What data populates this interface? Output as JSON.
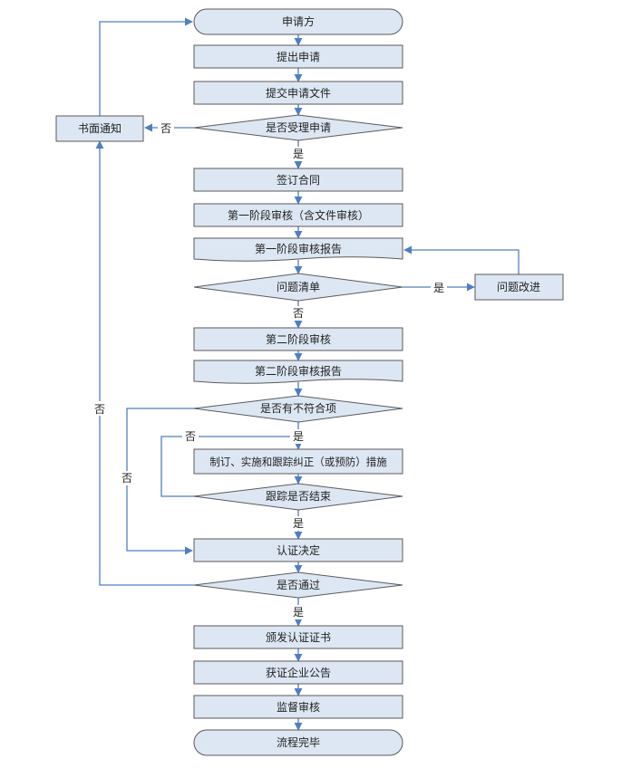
{
  "nodes": {
    "applicant": "申请方",
    "submit_application": "提出申请",
    "submit_documents": "提交申请文件",
    "accept_decision": "是否受理申请",
    "written_notice": "书面通知",
    "sign_contract": "签订合同",
    "stage1_audit": "第一阶段审核（含文件审核）",
    "stage1_report": "第一阶段审核报告",
    "issue_list": "问题清单",
    "issue_improve": "问题改进",
    "stage2_audit": "第二阶段审核",
    "stage2_report": "第二阶段审核报告",
    "nonconformity_decision": "是否有不符合项",
    "corrective_actions": "制订、实施和跟踪纠正（或预防）措施",
    "tracking_decision": "跟踪是否结束",
    "certification_decision": "认证决定",
    "pass_decision": "是否通过",
    "issue_certificate": "颁发认证证书",
    "announcement": "获证企业公告",
    "supervision_audit": "监督审核",
    "process_end": "流程完毕"
  },
  "labels": {
    "yes": "是",
    "no": "否"
  },
  "colors": {
    "node_fill": "#dde7f3",
    "node_border": "#5a5a5a",
    "connector": "#4f7fbf",
    "text": "#222222"
  }
}
